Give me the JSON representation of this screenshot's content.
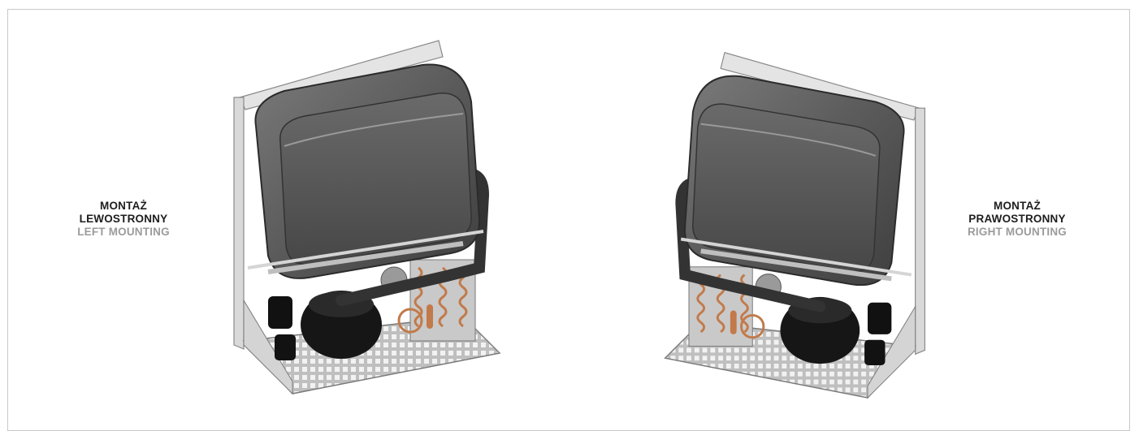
{
  "left_caption": {
    "line1": "MONTAŻ",
    "line2": "LEWOSTRONNY",
    "line3": "LEFT MOUNTING"
  },
  "right_caption": {
    "line1": "MONTAŻ",
    "line2": "PRAWOSTRONNY",
    "line3": "RIGHT MOUNTING"
  },
  "colors": {
    "body_dark": "#4a4a4a",
    "body_mid": "#6b6b6b",
    "frame_light": "#d8d8d8",
    "compressor": "#161616",
    "copper": "#c27a4a",
    "caption_dark": "#1d1d1d",
    "caption_grey": "#9b9b9b"
  }
}
